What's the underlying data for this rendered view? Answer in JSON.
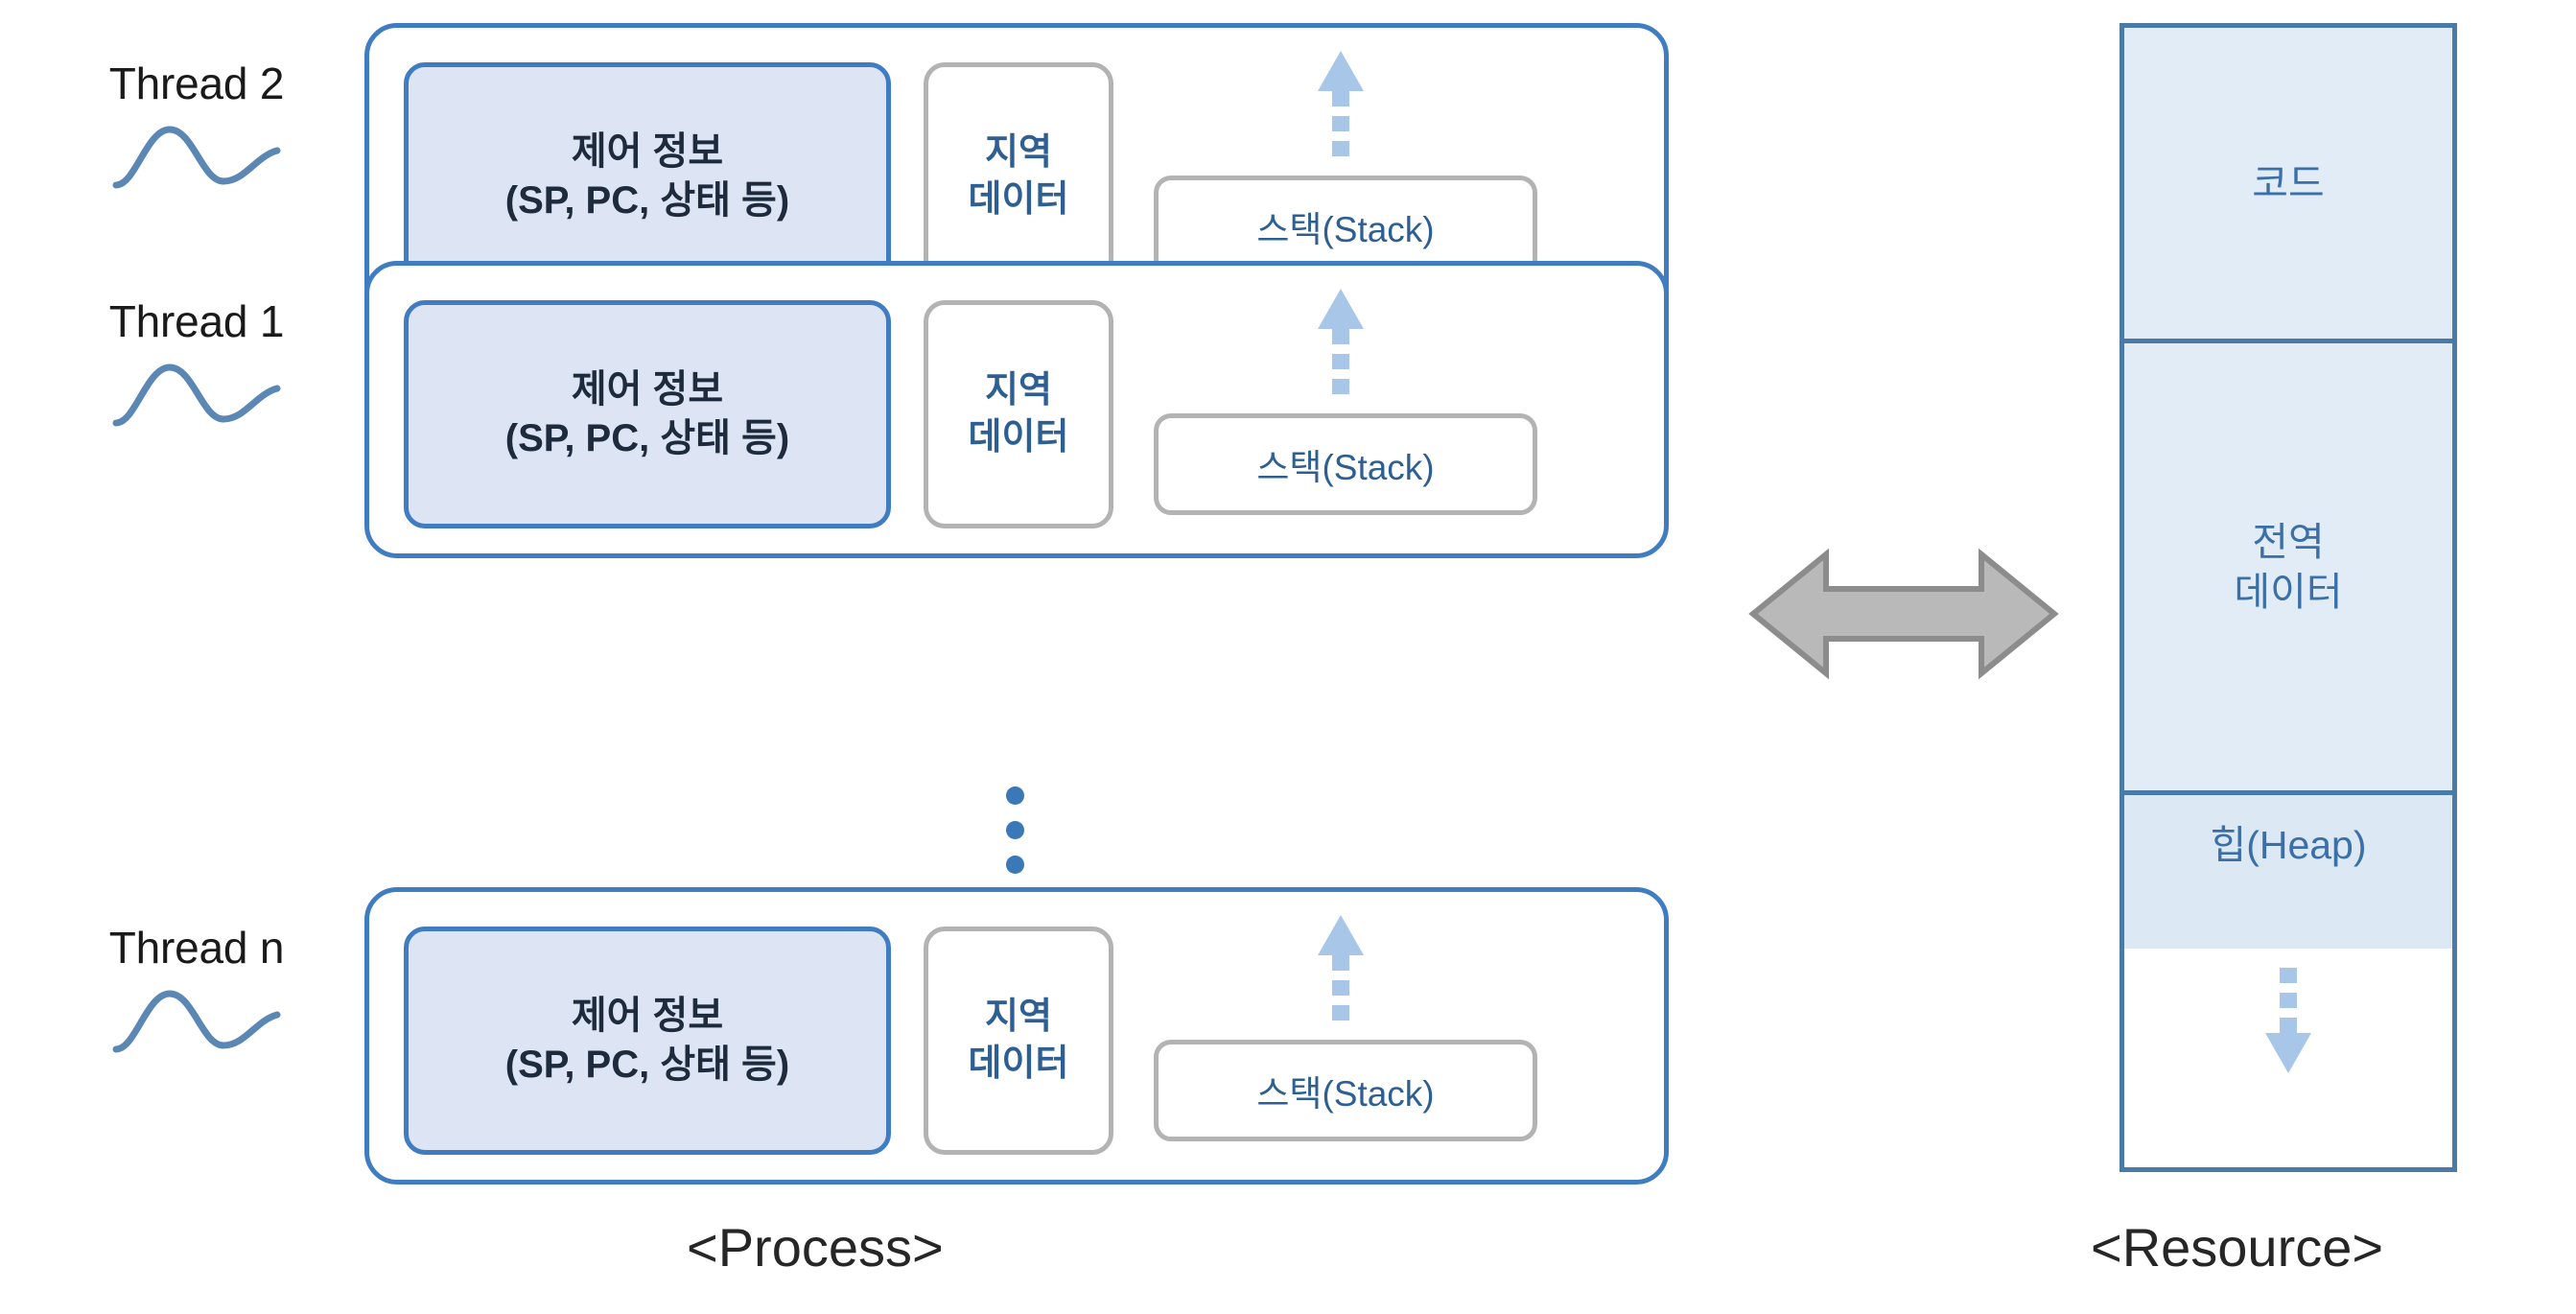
{
  "diagram": {
    "title_process": "<Process>",
    "title_resource": "<Resource>"
  },
  "colors": {
    "thread_border": "#3f7cc1",
    "control_fill": "#dde5f4",
    "control_text": "#1e2b3c",
    "gray_border": "#b3b3b3",
    "blue_text": "#2e5f92",
    "resource_border": "#4b7aa8",
    "resource_fill": "#e2ecf7",
    "resource_text": "#3a6fa8",
    "heap_fill": "#dde8f5",
    "arrow_light_blue": "#a8c6e8",
    "bidi_arrow_fill": "#b3b3b3",
    "bidi_arrow_stroke": "#808080",
    "dot_blue": "#3b78b8",
    "wave_blue": "#5b87b5"
  },
  "threads": [
    {
      "label": "Thread 2",
      "control_info": "제어 정보\n(SP, PC, 상태 등)",
      "local_data": "지역\n데이터",
      "stack": "스택(Stack)"
    },
    {
      "label": "Thread 1",
      "control_info": "제어 정보\n(SP, PC, 상태 등)",
      "local_data": "지역\n데이터",
      "stack": "스택(Stack)"
    },
    {
      "label": "Thread n",
      "control_info": "제어 정보\n(SP, PC, 상태 등)",
      "local_data": "지역\n데이터",
      "stack": "스택(Stack)"
    }
  ],
  "resource": {
    "segments": [
      {
        "name": "code",
        "label": "코드"
      },
      {
        "name": "global-data",
        "label": "전역\n데이터"
      },
      {
        "name": "heap",
        "label": "힙(Heap)"
      },
      {
        "name": "free-space",
        "label": ""
      }
    ]
  },
  "icons": {
    "thread_wave": "sine-wave-icon",
    "stack_growth_arrow": "dotted-arrow-up-icon",
    "heap_growth_arrow": "dotted-arrow-down-icon",
    "link_arrow": "bidirectional-arrow-icon",
    "continuation": "vertical-ellipsis-icon"
  }
}
